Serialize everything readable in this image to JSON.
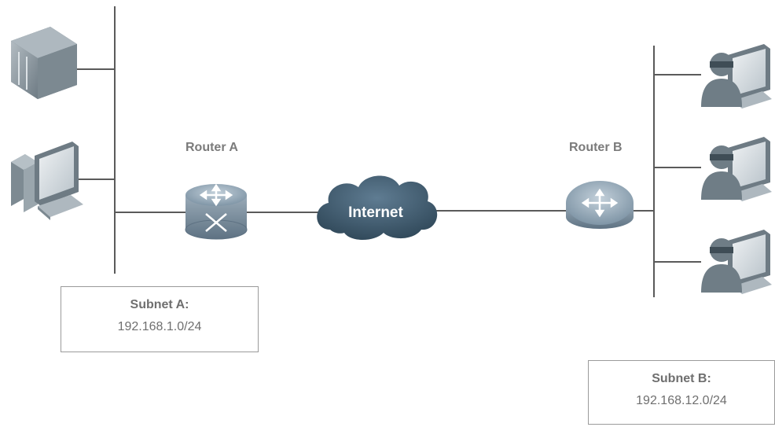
{
  "routers": {
    "a_label": "Router A",
    "b_label": "Router B"
  },
  "cloud": {
    "label": "Internet"
  },
  "subnets": {
    "a": {
      "name": "Subnet A:",
      "network": "192.168.1.0/24"
    },
    "b": {
      "name": "Subnet B:",
      "network": "192.168.12.0/24"
    }
  },
  "icons": {
    "left": [
      "server-icon",
      "desktop-pc-icon"
    ],
    "right": [
      "user-workstation-icon",
      "user-workstation-icon",
      "user-workstation-icon"
    ],
    "routers": [
      "router-a-icon",
      "router-b-icon"
    ],
    "cloud": "internet-cloud-icon"
  },
  "colors": {
    "line": "#5a5a5a",
    "device_body": "#8f9aa1",
    "router_blue": "#7f95a6",
    "cloud": "#3f5a70",
    "label_gray": "#7b7b7b"
  }
}
